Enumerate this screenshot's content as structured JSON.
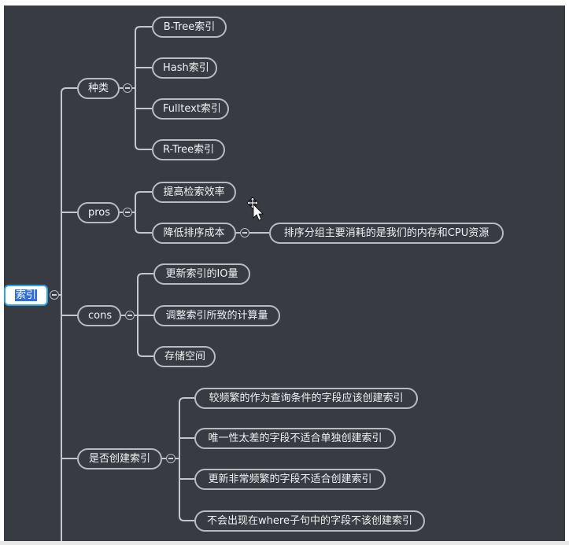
{
  "mindmap": {
    "root": {
      "label": "索引",
      "selected": true
    },
    "branches": [
      {
        "label": "种类",
        "children": [
          {
            "label": "B-Tree索引"
          },
          {
            "label": "Hash索引"
          },
          {
            "label": "Fulltext索引"
          },
          {
            "label": "R-Tree索引"
          }
        ]
      },
      {
        "label": "pros",
        "children": [
          {
            "label": "提高检索效率"
          },
          {
            "label": "降低排序成本",
            "children": [
              {
                "label": "排序分组主要消耗的是我们的内存和CPU资源"
              }
            ]
          }
        ]
      },
      {
        "label": "cons",
        "children": [
          {
            "label": "更新索引的IO量"
          },
          {
            "label": "调整索引所致的计算量"
          },
          {
            "label": "存储空间"
          }
        ]
      },
      {
        "label": "是否创建索引",
        "children": [
          {
            "label": "较频繁的作为查询条件的字段应该创建索引"
          },
          {
            "label": "唯一性太差的字段不适合单独创建索引"
          },
          {
            "label": "更新非常频繁的字段不适合创建索引"
          },
          {
            "label": "不会出现在where子句中的字段不该创建索引"
          }
        ]
      }
    ]
  },
  "colors": {
    "canvas_background": "#383b42",
    "node_border": "#b9bbbf",
    "node_text": "#f2f2f2",
    "selection_border": "#2aa2e6",
    "selection_highlight": "#2f6fd6"
  },
  "cursor": {
    "type": "move-cursor"
  }
}
